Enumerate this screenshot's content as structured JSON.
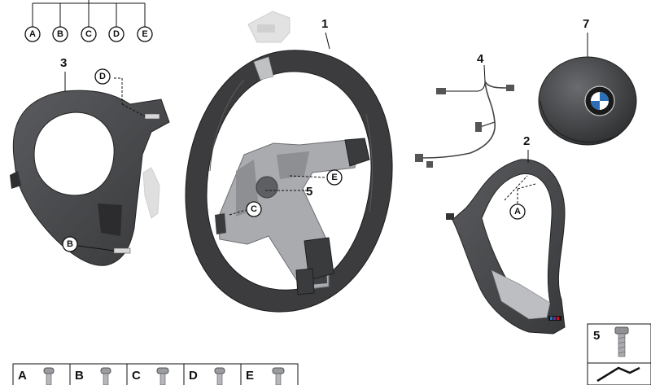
{
  "callouts": {
    "wheel": "1",
    "cover_right": "2",
    "cover_left": "3",
    "harness": "4",
    "screw": "5",
    "airbag": "7"
  },
  "letters": [
    "A",
    "B",
    "C",
    "D",
    "E"
  ],
  "legend_screw_number": "5",
  "colors": {
    "leather": "#3c3c3e",
    "metal": "#a9abae",
    "ghost": "#dcdcdc",
    "stitch": "#bfc1c3",
    "bmw_blue": "#2b6fb6"
  }
}
